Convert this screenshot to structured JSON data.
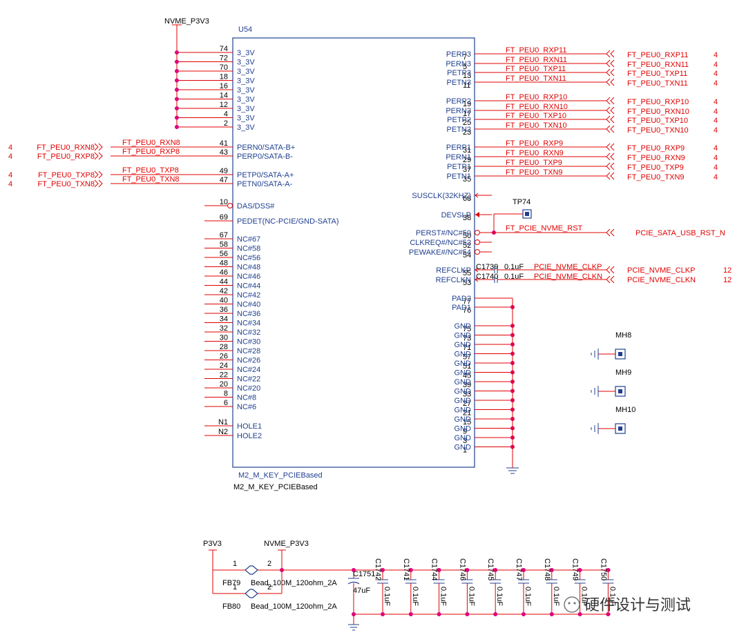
{
  "component": {
    "ref": "U54",
    "value_top": "M2_M_KEY_PCIEBased",
    "value_bottom": "M2_M_KEY_PCIEBased",
    "power_label": "NVME_P3V3",
    "left_pins": [
      {
        "num": "74",
        "name": "3_3V"
      },
      {
        "num": "72",
        "name": "3_3V"
      },
      {
        "num": "70",
        "name": "3_3V"
      },
      {
        "num": "18",
        "name": "3_3V"
      },
      {
        "num": "16",
        "name": "3_3V"
      },
      {
        "num": "14",
        "name": "3_3V"
      },
      {
        "num": "12",
        "name": "3_3V"
      },
      {
        "num": "4",
        "name": "3_3V"
      },
      {
        "num": "2",
        "name": "3_3V"
      },
      {
        "num": "41",
        "name": "PERN0/SATA-B+"
      },
      {
        "num": "43",
        "name": "PERP0/SATA-B-"
      },
      {
        "num": "49",
        "name": "PETP0/SATA-A+"
      },
      {
        "num": "47",
        "name": "PETN0/SATA-A-"
      },
      {
        "num": "10",
        "name": "DAS/DSS#"
      },
      {
        "num": "69",
        "name": "PEDET(NC-PCIE/GND-SATA)"
      },
      {
        "num": "67",
        "name": "NC#67"
      },
      {
        "num": "58",
        "name": "NC#58"
      },
      {
        "num": "56",
        "name": "NC#56"
      },
      {
        "num": "48",
        "name": "NC#48"
      },
      {
        "num": "46",
        "name": "NC#46"
      },
      {
        "num": "44",
        "name": "NC#44"
      },
      {
        "num": "42",
        "name": "NC#42"
      },
      {
        "num": "40",
        "name": "NC#40"
      },
      {
        "num": "36",
        "name": "NC#36"
      },
      {
        "num": "34",
        "name": "NC#34"
      },
      {
        "num": "32",
        "name": "NC#32"
      },
      {
        "num": "30",
        "name": "NC#30"
      },
      {
        "num": "28",
        "name": "NC#28"
      },
      {
        "num": "26",
        "name": "NC#26"
      },
      {
        "num": "24",
        "name": "NC#24"
      },
      {
        "num": "22",
        "name": "NC#22"
      },
      {
        "num": "20",
        "name": "NC#20"
      },
      {
        "num": "8",
        "name": "NC#8"
      },
      {
        "num": "6",
        "name": "NC#6"
      },
      {
        "num": "N1",
        "name": "HOLE1"
      },
      {
        "num": "N2",
        "name": "HOLE2"
      }
    ],
    "right_pins": [
      {
        "num": "7",
        "name": "PERP3"
      },
      {
        "num": "5",
        "name": "PERN3"
      },
      {
        "num": "13",
        "name": "PETP3"
      },
      {
        "num": "11",
        "name": "PETN3"
      },
      {
        "num": "19",
        "name": "PERP2"
      },
      {
        "num": "17",
        "name": "PERN2"
      },
      {
        "num": "25",
        "name": "PETP2"
      },
      {
        "num": "23",
        "name": "PETN2"
      },
      {
        "num": "31",
        "name": "PERP1"
      },
      {
        "num": "29",
        "name": "PERN1"
      },
      {
        "num": "37",
        "name": "PETP1"
      },
      {
        "num": "35",
        "name": "PETN1"
      },
      {
        "num": "68",
        "name": "SUSCLK(32KHZ)"
      },
      {
        "num": "38",
        "name": "DEVSLP"
      },
      {
        "num": "50",
        "name": "PERST#/NC#50"
      },
      {
        "num": "52",
        "name": "CLKREQ#/NC#52"
      },
      {
        "num": "54",
        "name": "PEWAKE#/NC#54"
      },
      {
        "num": "55",
        "name": "REFCLKP"
      },
      {
        "num": "53",
        "name": "REFCLKN"
      },
      {
        "num": "77",
        "name": "PAD2"
      },
      {
        "num": "76",
        "name": "PAD1"
      },
      {
        "num": "75",
        "name": "GND"
      },
      {
        "num": "73",
        "name": "GND"
      },
      {
        "num": "71",
        "name": "GND"
      },
      {
        "num": "57",
        "name": "GND"
      },
      {
        "num": "51",
        "name": "GND"
      },
      {
        "num": "45",
        "name": "GND"
      },
      {
        "num": "39",
        "name": "GND"
      },
      {
        "num": "33",
        "name": "GND"
      },
      {
        "num": "27",
        "name": "GND"
      },
      {
        "num": "21",
        "name": "GND"
      },
      {
        "num": "15",
        "name": "GND"
      },
      {
        "num": "9",
        "name": "GND"
      },
      {
        "num": "3",
        "name": "GND"
      },
      {
        "num": "1",
        "name": "GND"
      }
    ]
  },
  "right_nets": [
    {
      "net": "FT_PEU0_RXP11",
      "port": "FT_PEU0_RXP11",
      "page": "4"
    },
    {
      "net": "FT_PEU0_RXN11",
      "port": "FT_PEU0_RXN11",
      "page": "4"
    },
    {
      "net": "FT_PEU0_TXP11",
      "port": "FT_PEU0_TXP11",
      "page": "4"
    },
    {
      "net": "FT_PEU0_TXN11",
      "port": "FT_PEU0_TXN11",
      "page": "4"
    },
    {
      "net": "FT_PEU0_RXP10",
      "port": "FT_PEU0_RXP10",
      "page": "4"
    },
    {
      "net": "FT_PEU0_RXN10",
      "port": "FT_PEU0_RXN10",
      "page": "4"
    },
    {
      "net": "FT_PEU0_TXP10",
      "port": "FT_PEU0_TXP10",
      "page": "4"
    },
    {
      "net": "FT_PEU0_TXN10",
      "port": "FT_PEU0_TXN10",
      "page": "4"
    },
    {
      "net": "FT_PEU0_RXP9",
      "port": "FT_PEU0_RXP9",
      "page": "4"
    },
    {
      "net": "FT_PEU0_RXN9",
      "port": "FT_PEU0_RXN9",
      "page": "4"
    },
    {
      "net": "FT_PEU0_TXP9",
      "port": "FT_PEU0_TXP9",
      "page": "4"
    },
    {
      "net": "FT_PEU0_TXN9",
      "port": "FT_PEU0_TXN9",
      "page": "4"
    }
  ],
  "left_nets": [
    {
      "net": "FT_PEU0_RXN8",
      "port": "FT_PEU0_RXN8",
      "page": "4"
    },
    {
      "net": "FT_PEU0_RXP8",
      "port": "FT_PEU0_RXP8",
      "page": "4"
    },
    {
      "net": "FT_PEU0_TXP8",
      "port": "FT_PEU0_TXP8",
      "page": "4"
    },
    {
      "net": "FT_PEU0_TXN8",
      "port": "FT_PEU0_TXN8",
      "page": "4"
    }
  ],
  "reset": {
    "testpoint": "TP74",
    "net": "FT_PCIE_NVME_RST",
    "port": "PCIE_SATA_USB_RST_N"
  },
  "clocks": [
    {
      "cap_ref": "C1739",
      "cap_val": "0.1uF",
      "net": "PCIE_NVME_CLKP",
      "port": "PCIE_NVME_CLKP",
      "page": "12"
    },
    {
      "cap_ref": "C1740",
      "cap_val": "0.1uF",
      "net": "PCIE_NVME_CLKN",
      "port": "PCIE_NVME_CLKN",
      "page": "12"
    }
  ],
  "mounting_holes": [
    "MH8",
    "MH9",
    "MH10"
  ],
  "power_filter": {
    "input_label": "P3V3",
    "output_label": "NVME_P3V3",
    "beads": [
      {
        "ref": "FB79",
        "value": "Bead_100M_120ohm_2A",
        "pin1": "1",
        "pin2": "2"
      },
      {
        "ref": "FB80",
        "value": "Bead_100M_120ohm_2A",
        "pin1": "1",
        "pin2": "2"
      }
    ],
    "bulk_cap": {
      "ref": "C1751",
      "value": "47uF"
    },
    "decaps": [
      {
        "ref": "C1742",
        "value": "0.1uF"
      },
      {
        "ref": "C1741",
        "value": "0.1uF"
      },
      {
        "ref": "C1744",
        "value": "0.1uF"
      },
      {
        "ref": "C1746",
        "value": "0.1uF"
      },
      {
        "ref": "C1745",
        "value": "0.1uF"
      },
      {
        "ref": "C1747",
        "value": "0.1uF"
      },
      {
        "ref": "C1748",
        "value": "0.1uF"
      },
      {
        "ref": "C1749",
        "value": "0.1uF"
      },
      {
        "ref": "C1750",
        "value": "0.1uF"
      }
    ]
  },
  "watermark": "硬件设计与测试",
  "colors": {
    "wire": "#e00000",
    "body": "#1f3f8f",
    "junction": "#e0007a",
    "text": "#1f3f8f"
  }
}
